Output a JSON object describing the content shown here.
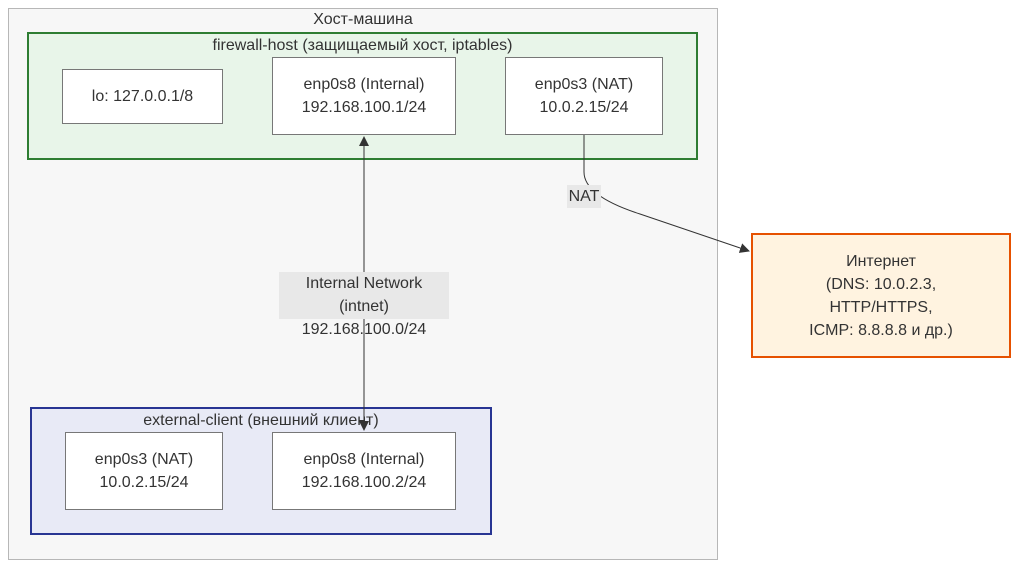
{
  "host": {
    "title": "Хост-машина"
  },
  "firewall": {
    "title": "firewall-host (защищаемый хост, iptables)",
    "lo": {
      "line1": "lo: 127.0.0.1/8"
    },
    "enp0s8": {
      "line1": "enp0s8 (Internal)",
      "line2": "192.168.100.1/24"
    },
    "enp0s3": {
      "line1": "enp0s3 (NAT)",
      "line2": "10.0.2.15/24"
    }
  },
  "client": {
    "title": "external-client (внешний клиент)",
    "enp0s3": {
      "line1": "enp0s3 (NAT)",
      "line2": "10.0.2.15/24"
    },
    "enp0s8": {
      "line1": "enp0s8 (Internal)",
      "line2": "192.168.100.2/24"
    }
  },
  "internet": {
    "line1": "Интернет",
    "line2": "(DNS: 10.0.2.3,",
    "line3": "HTTP/HTTPS,",
    "line4": "ICMP: 8.8.8.8 и др.)"
  },
  "edges": {
    "nat_label": "NAT",
    "intnet_line1": "Internal Network (intnet)",
    "intnet_line2": "192.168.100.0/24"
  },
  "colors": {
    "host_border": "#b7b7b7",
    "firewall_fill": "#e8f5e9",
    "firewall_border": "#2e7d32",
    "client_fill": "#e8eaf6",
    "client_border": "#283593",
    "internet_fill": "#fff3e0",
    "internet_border": "#e65100",
    "edge_color": "#333333",
    "edge_label_fill": "#e8e8e8"
  }
}
